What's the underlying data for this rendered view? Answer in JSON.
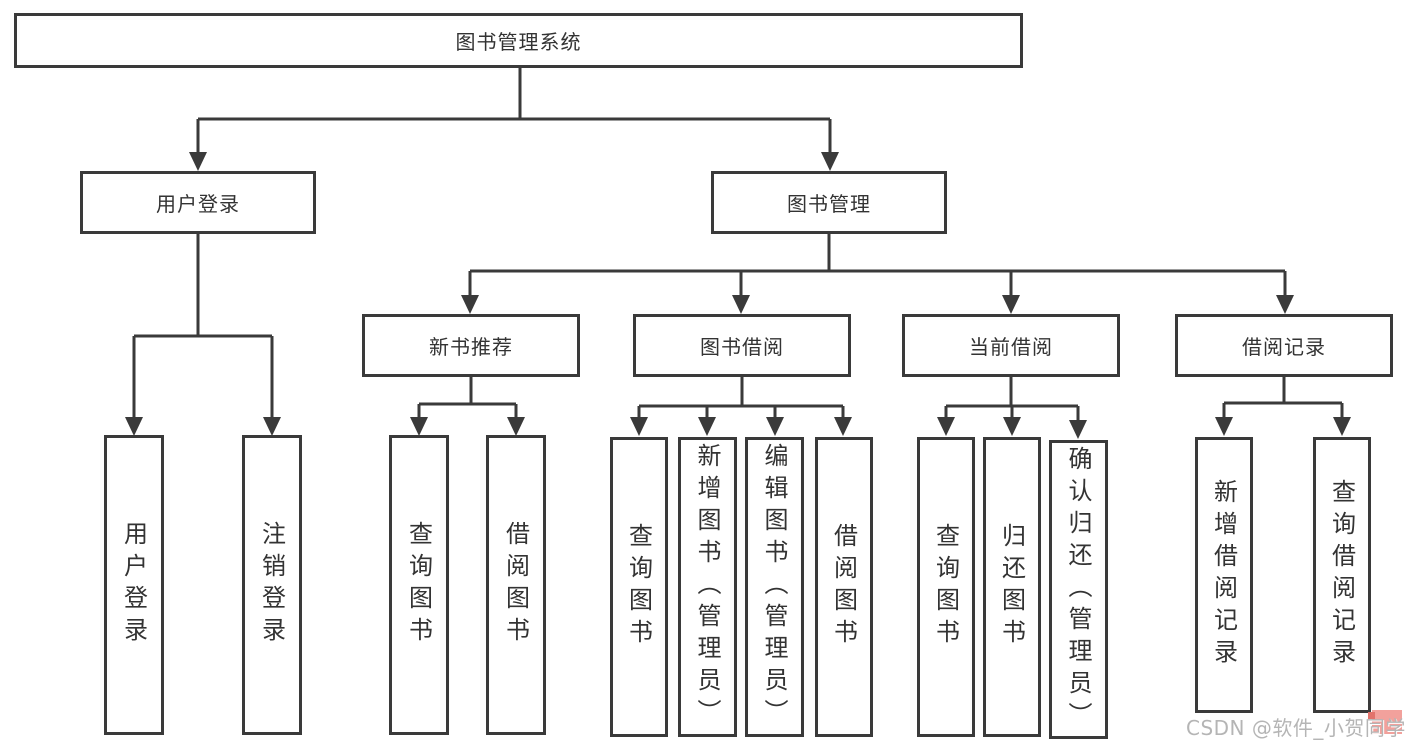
{
  "tree": {
    "root": {
      "label": "图书管理系统",
      "children": [
        {
          "label": "用户登录",
          "children": [
            {
              "label": "用户登录"
            },
            {
              "label": "注销登录"
            }
          ]
        },
        {
          "label": "图书管理",
          "children": [
            {
              "label": "新书推荐",
              "children": [
                {
                  "label": "查询图书"
                },
                {
                  "label": "借阅图书"
                }
              ]
            },
            {
              "label": "图书借阅",
              "children": [
                {
                  "label": "查询图书"
                },
                {
                  "label": "新增图书（管理员）"
                },
                {
                  "label": "编辑图书（管理员）"
                },
                {
                  "label": "借阅图书"
                }
              ]
            },
            {
              "label": "当前借阅",
              "children": [
                {
                  "label": "查询图书"
                },
                {
                  "label": "归还图书"
                },
                {
                  "label": "确认归还（管理员）"
                }
              ]
            },
            {
              "label": "借阅记录",
              "children": [
                {
                  "label": "新增借阅记录"
                },
                {
                  "label": "查询借阅记录"
                }
              ]
            }
          ]
        }
      ]
    }
  },
  "watermark": {
    "text": "CSDN @软件_小贺同学"
  },
  "colors": {
    "line": "#3a3a3a",
    "text": "#333333",
    "background": "#ffffff",
    "watermark_text": "#b5b5b5",
    "watermark_accent": "#f2a19c"
  }
}
